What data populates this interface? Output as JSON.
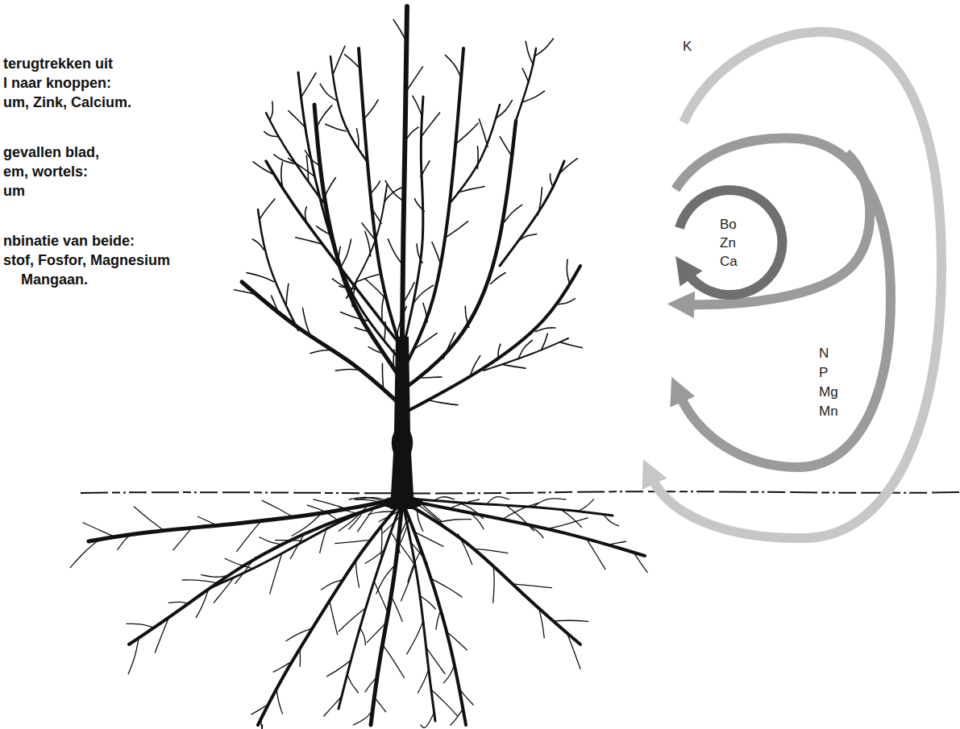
{
  "diagram": {
    "labels": [
      "terugtrekken uit",
      "l naar knoppen:",
      "um, Zink, Calcium.",
      "gevallen blad,",
      "em, wortels:",
      "um",
      "nbinatie van beide:",
      "stof, Fosfor, Magnesium",
      "Mangaan.",
      "K",
      "Bo",
      "Zn",
      "Ca",
      "N",
      "P",
      "Mg",
      "Mn"
    ]
  }
}
